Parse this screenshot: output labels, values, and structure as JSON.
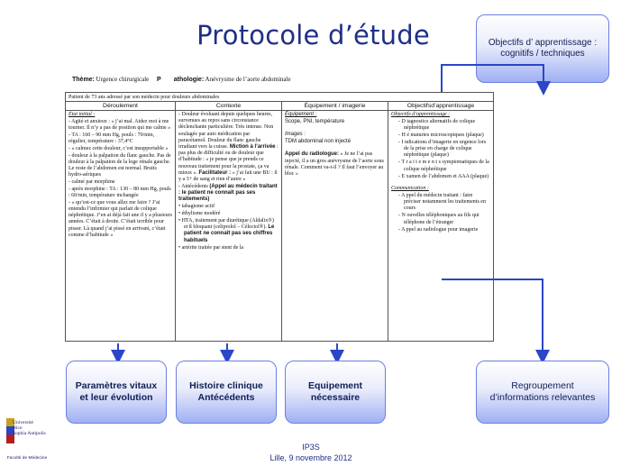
{
  "title": "Protocole d’étude",
  "callouts": {
    "objectives": [
      "Objectifs d’ apprentissage :",
      "cognitifs / techniques"
    ],
    "vitals": [
      "Paramètres vitaux",
      "et leur évolution"
    ],
    "history": [
      "Histoire clinique",
      "Antécédents"
    ],
    "equipment": [
      "Equipement",
      "nécessaire"
    ],
    "regroup": [
      "Regroupement",
      "d’informations relevantes"
    ]
  },
  "doc": {
    "theme_label": "Thème:",
    "theme_value": "Urgence chirurgicale",
    "patho_label_1": "P",
    "patho_label_2": "athologie:",
    "patho_value": "Anévrysme de l’aorte abdominale",
    "intro": "Patient de 73 ans adressé par son médecin pour douleurs abdominales",
    "headers": [
      "Déroulement",
      "Contexte",
      "Équipement / imagerie",
      "Objectifsd’apprentissage"
    ],
    "col1": [
      "État initial :",
      "- Agité et anxieux : « j’ai mal. Aidez moi à me tourner. Il n’y a pas de position qui me calme »",
      "- TA : 160 – 90 mm Hg, pouls : 70/min, régulier, température : 37,4°C",
      "- « calmez cette douleur, c’est insupportable »",
      "- douleur à la palpation du flanc gauche. Pas de douleur à la palpation de la loge rénale gauche. Le reste de l’abdomen est normal. Bruits hydro-aériques",
      "- calmé par morphine",
      "- après morphine : TA : 130 – 80 mm Hg, pouls : 60/min, température inchangée",
      "- « qu’est-ce que vous allez me faire ? J’ai entendu l’infirmier qui parlait de colique néphrétique. J’en ai déjà fait une il y a plusieurs années. C’était à droite. C’était terrible pour pisser. Là quand j’ai pissé en arrivant, c’était comme d’habitude »"
    ],
    "col2": {
      "p1": "- Douleur évoluant depuis quelques heures, survenues au repos sans circonstance déclenchante particulière. Très intense. Non soulagée par auto médication par paracétamol. Douleur du flanc gauche irradiant vers la cuisse.",
      "p1_bold": "Miction à l’arrivée",
      "p1_tail": ": pas plus de difficulté ou de douleur que d’habitude : « je pense que je prends ce nouveau traitement pour la prostate, ça va mieux ».",
      "p1_bold2": "Facilitateur :",
      "p1_tail2": "« j’ai fait une BU : il y a 3+ de sang et rien d’autre »",
      "p2_lead": "- Antécédents",
      "p2_bold": "(Appel au médecin traitant : le patient ne connaît pas ses traitements)",
      "items": [
        "• tabagisme actif",
        "• éthylisme modéré",
        "• HTA, traitement par diurétique (Aldalix®) et ß bloquant (celiprolol – Célectol®).",
        "• artérite traitée par stent de la"
      ],
      "item3_bold": "Le patient ne connaît pas ses chiffres habituels"
    },
    "col3": {
      "equip_label": "Équipement :",
      "equip_value": "Scope, PNI, température",
      "images_label": "Images :",
      "images_value": "TDM abdominal non injecté",
      "radio_bold": "Appel du radiologue:",
      "radio_text": "« Je ne l’ai pas injecté, il a un gros anévrysme de l’aorte sous rénale. Comment va-t-il ? Il faut l’envoyer au bloc »"
    },
    "col4": {
      "obj_label": "Objectifs d’apprentissage :",
      "obj_items": [
        "- D iagnostics alternatifs de colique néphrétique",
        "- H é maturies microscopiques (plaque)",
        "- I ndications d’imagerie en urgence lors de la prise en charge de colique néphrétique (plaque)",
        "- T r a i t e m e n t s symptomatiques de la colique néphrétique",
        "- E xamen de l’abdomen et AAA (plaque)"
      ],
      "comm_label": "Communication :",
      "comm_items": [
        "- A ppel du médecin traitant : faire préciser notamment les traitements en cours",
        "- N ouvelles téléphoniques au fils qui téléphone de l’étranger",
        "- A ppel au radiologue pour imagerie"
      ]
    }
  },
  "footer": {
    "line1": "IP3S",
    "line2": "Lille, 9 novembre  2012"
  },
  "logo": {
    "l1": "Université",
    "l2": "Nice",
    "l3": "Sophia Antipolis",
    "faculty": "Faculté de Médecine"
  }
}
